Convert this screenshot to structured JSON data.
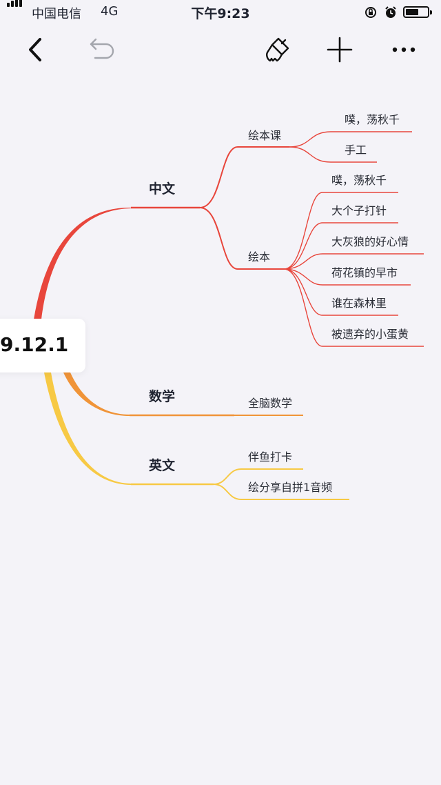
{
  "status_bar": {
    "carrier": "中国电信",
    "network": "4G",
    "time": "下午9:23",
    "signal_bars": 4,
    "battery_level": 0.6
  },
  "toolbar": {
    "back_icon": "chevron-left-icon",
    "undo_icon": "undo-icon",
    "style_icon": "paint-brush-icon",
    "add_icon": "plus-icon",
    "more_icon": "more-horizontal-icon"
  },
  "mindmap": {
    "root": "9.12.1",
    "branches": [
      {
        "label": "中文",
        "color": "#e8463c",
        "children": [
          {
            "label": "绘本课",
            "children": [
              "噗，荡秋千",
              "手工"
            ]
          },
          {
            "label": "绘本",
            "children": [
              "噗，荡秋千",
              "大个子打针",
              "大灰狼的好心情",
              "荷花镇的早市",
              "谁在森林里",
              "被遗弃的小蛋黄"
            ]
          }
        ]
      },
      {
        "label": "数学",
        "color": "#f09438",
        "children": [
          {
            "label": "全脑数学",
            "children": []
          }
        ]
      },
      {
        "label": "英文",
        "color": "#f7c944",
        "children": [
          {
            "label": "伴鱼打卡",
            "children": []
          },
          {
            "label": "绘分享自拼1音频",
            "children": []
          }
        ]
      }
    ]
  }
}
